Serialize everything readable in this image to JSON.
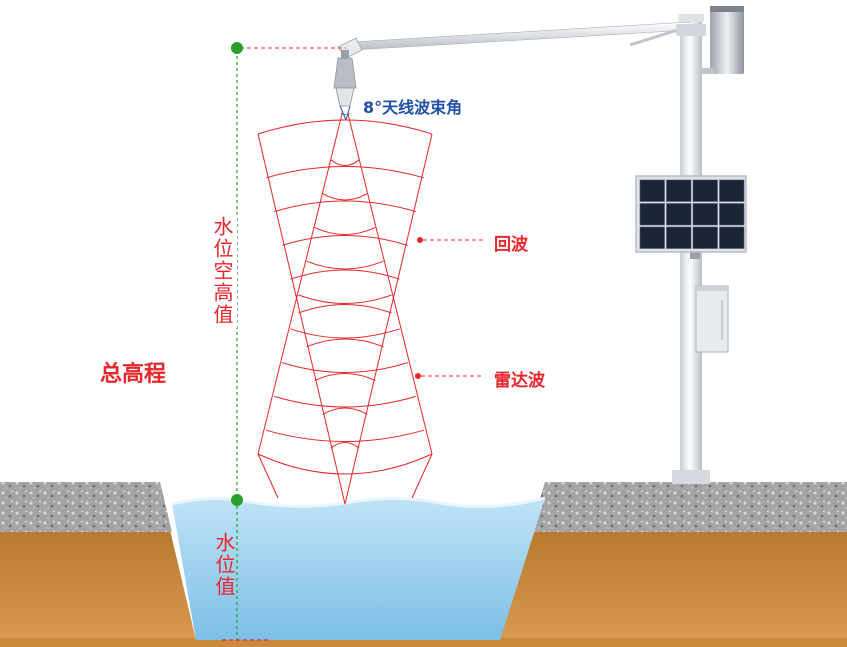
{
  "labels": {
    "beam_angle": "8°天线波束角",
    "echo": "回波",
    "radar_wave": "雷达波",
    "air_height": "水位空高值",
    "total_elevation": "总高程",
    "water_level": "水位值"
  },
  "colors": {
    "wave_lines": "#e8262b",
    "label_red": "#e8262b",
    "label_blue": "#2050a8",
    "guide_green": "#2aa02a",
    "guide_red": "#e8262b",
    "water": "#8cc7ea",
    "soil": "#c98a3e",
    "gravel": "#9a9a9a",
    "pole": "#eceff3"
  },
  "icons": {
    "sensor": "radar-sensor-icon",
    "solar": "solar-panel-icon",
    "box": "control-box-icon",
    "gauge": "rain-gauge-icon"
  }
}
